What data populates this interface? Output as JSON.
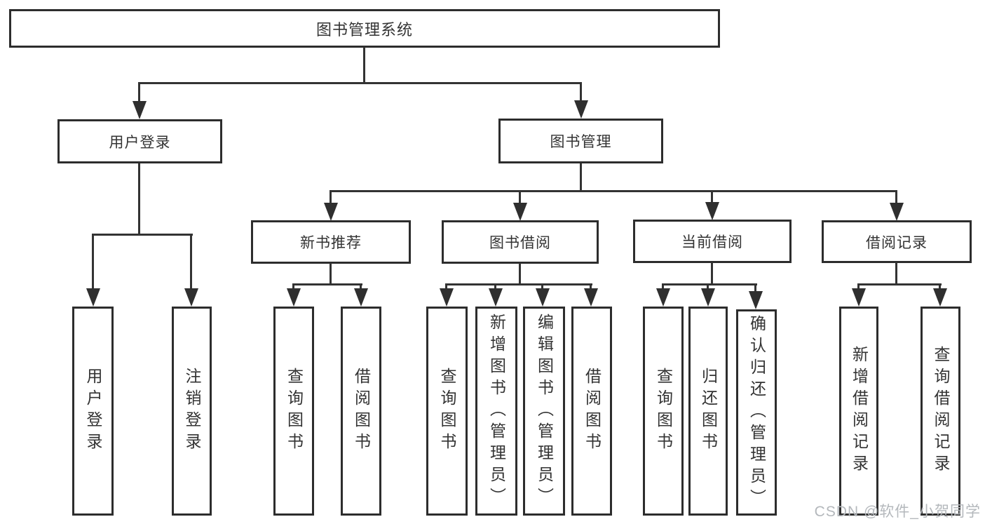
{
  "diagram": {
    "root": {
      "label": "图书管理系统",
      "children": [
        {
          "label": "用户登录",
          "children": [
            {
              "label": "用户登录"
            },
            {
              "label": "注销登录"
            }
          ]
        },
        {
          "label": "图书管理",
          "children": [
            {
              "label": "新书推荐",
              "children": [
                {
                  "label": "查询图书"
                },
                {
                  "label": "借阅图书"
                }
              ]
            },
            {
              "label": "图书借阅",
              "children": [
                {
                  "label": "查询图书"
                },
                {
                  "label": "新增图书（管理员）"
                },
                {
                  "label": "编辑图书（管理员）"
                },
                {
                  "label": "借阅图书"
                }
              ]
            },
            {
              "label": "当前借阅",
              "children": [
                {
                  "label": "查询图书"
                },
                {
                  "label": "归还图书"
                },
                {
                  "label": "确认归还（管理员）"
                }
              ]
            },
            {
              "label": "借阅记录",
              "children": [
                {
                  "label": "新增借阅记录"
                },
                {
                  "label": "查询借阅记录"
                }
              ]
            }
          ]
        }
      ]
    }
  },
  "watermark": "CSDN @软件_小贺同学",
  "colors": {
    "line": "#333333",
    "box_border": "#2d2d2d",
    "text": "#333333",
    "watermark": "#b4b8bc",
    "background": "#ffffff"
  }
}
